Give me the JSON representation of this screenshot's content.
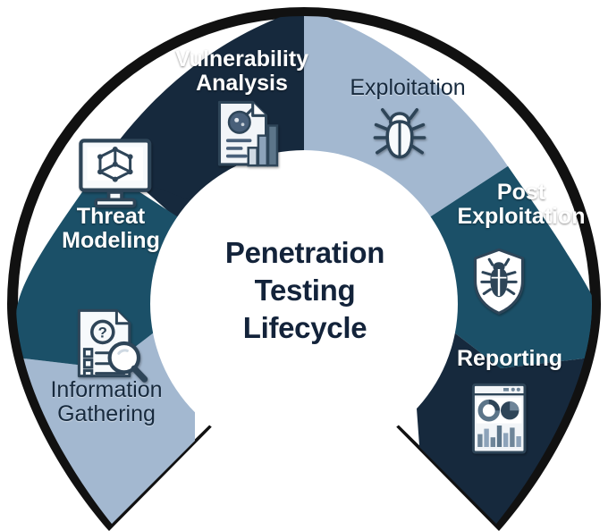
{
  "diagram": {
    "title": "Penetration Testing Lifecycle",
    "center_text": "Penetration\nTesting\nLifecycle",
    "type": "circular-process-wheel",
    "background_color": "#ffffff",
    "outer_ring_color": "#111111",
    "center_hub_color": "#ffffff",
    "palette": {
      "dark_navy": "#16293d",
      "teal": "#1b5068",
      "light_blue": "#a3b8d0",
      "title_text": "#13233a",
      "light_label_text": "#ffffff"
    },
    "segment_count": 6,
    "segments": [
      {
        "id": "vulnerability-analysis",
        "label": "Vulnerability\nAnalysis",
        "label_line1": "Vulnerability",
        "label_line2": "Analysis",
        "fill": "#16293d",
        "text_color": "#ffffff",
        "icon": "document-bomb-chart-icon",
        "order": 3,
        "position": "top-left-of-top"
      },
      {
        "id": "exploitation",
        "label": "Exploitation",
        "label_line1": "Exploitation",
        "label_line2": "",
        "fill": "#a3b8d0",
        "text_color": "#16293d",
        "icon": "bug-icon",
        "order": 4,
        "position": "top-right-of-top"
      },
      {
        "id": "post-exploitation",
        "label": "Post\nExploitation",
        "label_line1": "Post",
        "label_line2": "Exploitation",
        "fill": "#1b5068",
        "text_color": "#ffffff",
        "icon": "shield-bug-icon",
        "order": 5,
        "position": "right"
      },
      {
        "id": "reporting",
        "label": "Reporting",
        "label_line1": "Reporting",
        "label_line2": "",
        "fill": "#16293d",
        "text_color": "#ffffff",
        "icon": "dashboard-report-icon",
        "order": 6,
        "position": "bottom-right"
      },
      {
        "id": "information-gathering",
        "label": "Information\nGathering",
        "label_line1": "Information",
        "label_line2": "Gathering",
        "fill": "#a3b8d0",
        "text_color": "#16293d",
        "icon": "document-question-magnifier-icon",
        "order": 1,
        "position": "bottom-left"
      },
      {
        "id": "threat-modeling",
        "label": "Threat\nModeling",
        "label_line1": "Threat",
        "label_line2": "Modeling",
        "fill": "#1b5068",
        "text_color": "#ffffff",
        "icon": "monitor-wireframe-cube-icon",
        "order": 2,
        "position": "left"
      }
    ]
  }
}
